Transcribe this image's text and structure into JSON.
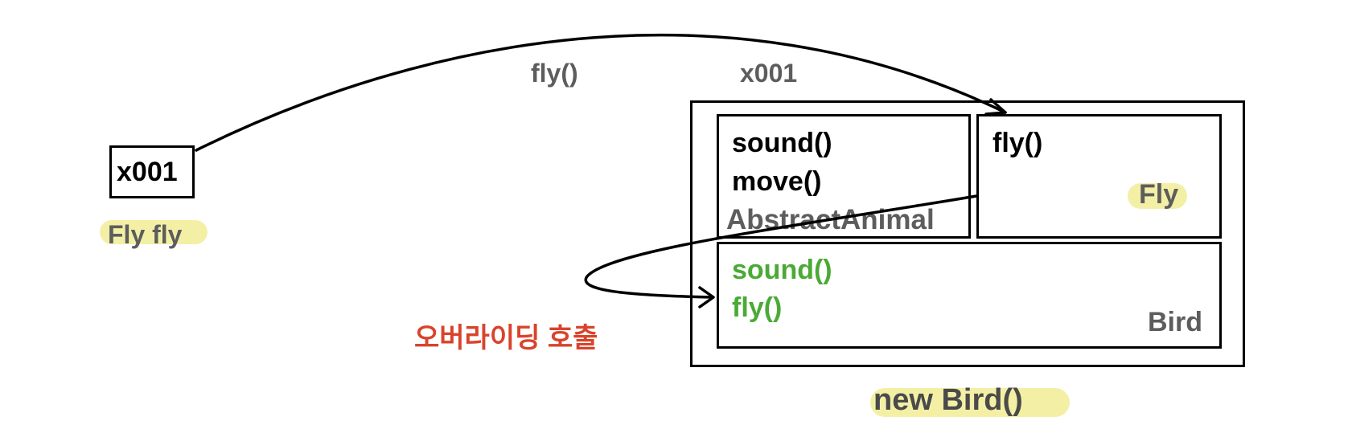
{
  "reference": {
    "value": "x001",
    "type_label": "Fly fly"
  },
  "call": {
    "method_label": "fly()",
    "address_label": "x001"
  },
  "instance": {
    "caption": "new Bird()",
    "abstract_animal": {
      "methods": [
        "sound()",
        "move()"
      ],
      "name": "AbstractAnimal"
    },
    "fly_interface": {
      "methods": [
        "fly()"
      ],
      "name": "Fly"
    },
    "bird": {
      "methods": [
        "sound()",
        "fly()"
      ],
      "name": "Bird"
    }
  },
  "override_label": "오버라이딩 호출",
  "colors": {
    "highlight": "#f3f0a6",
    "gray_text": "#5d5d5d",
    "override_green": "#4aaa35",
    "override_red": "#d9432b",
    "line": "#000000"
  }
}
